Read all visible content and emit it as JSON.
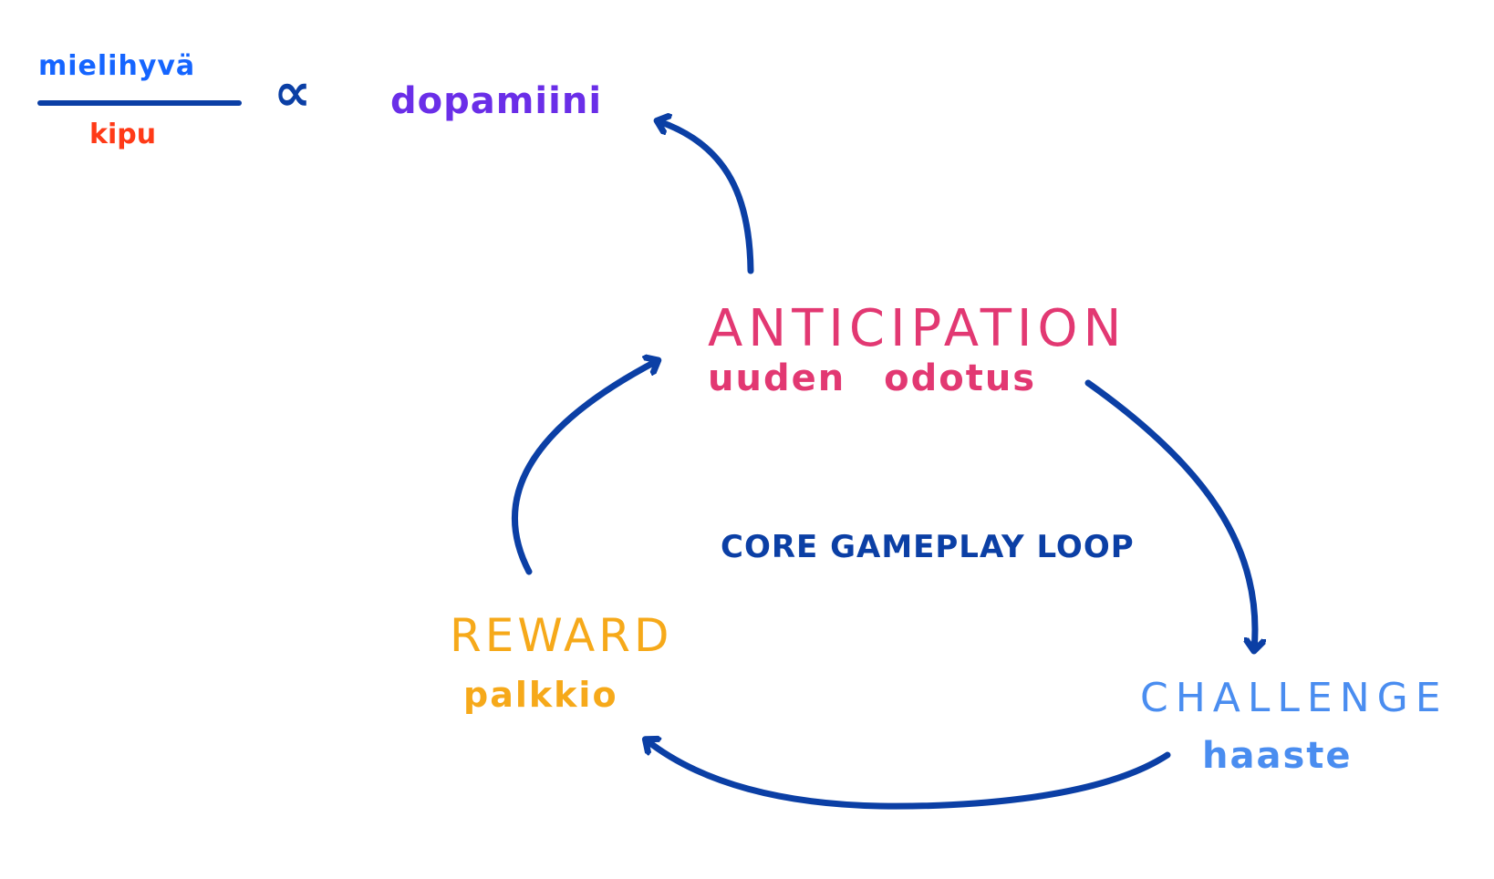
{
  "colors": {
    "arrow": "#0b3fa5",
    "numerator": "#1565ff",
    "denominator": "#ff3a17",
    "symbol": "#0b3fa5",
    "dopamine": "#6a2ee8",
    "anticipation": "#e23872",
    "center": "#0b3fa5",
    "reward": "#f6a91a",
    "challenge": "#4a8df0"
  },
  "fraction": {
    "numerator": "mielihyvä",
    "denominator": "kipu"
  },
  "symbol": "∝",
  "dopamine": "dopamiini",
  "nodes": {
    "anticipation": {
      "title": "ANTICIPATION",
      "subtitle": "uuden odotus"
    },
    "challenge": {
      "title": "CHALLENGE",
      "subtitle": "haaste"
    },
    "reward": {
      "title": "REWARD",
      "subtitle": "palkkio"
    }
  },
  "center_title": "CORE GAMEPLAY LOOP"
}
